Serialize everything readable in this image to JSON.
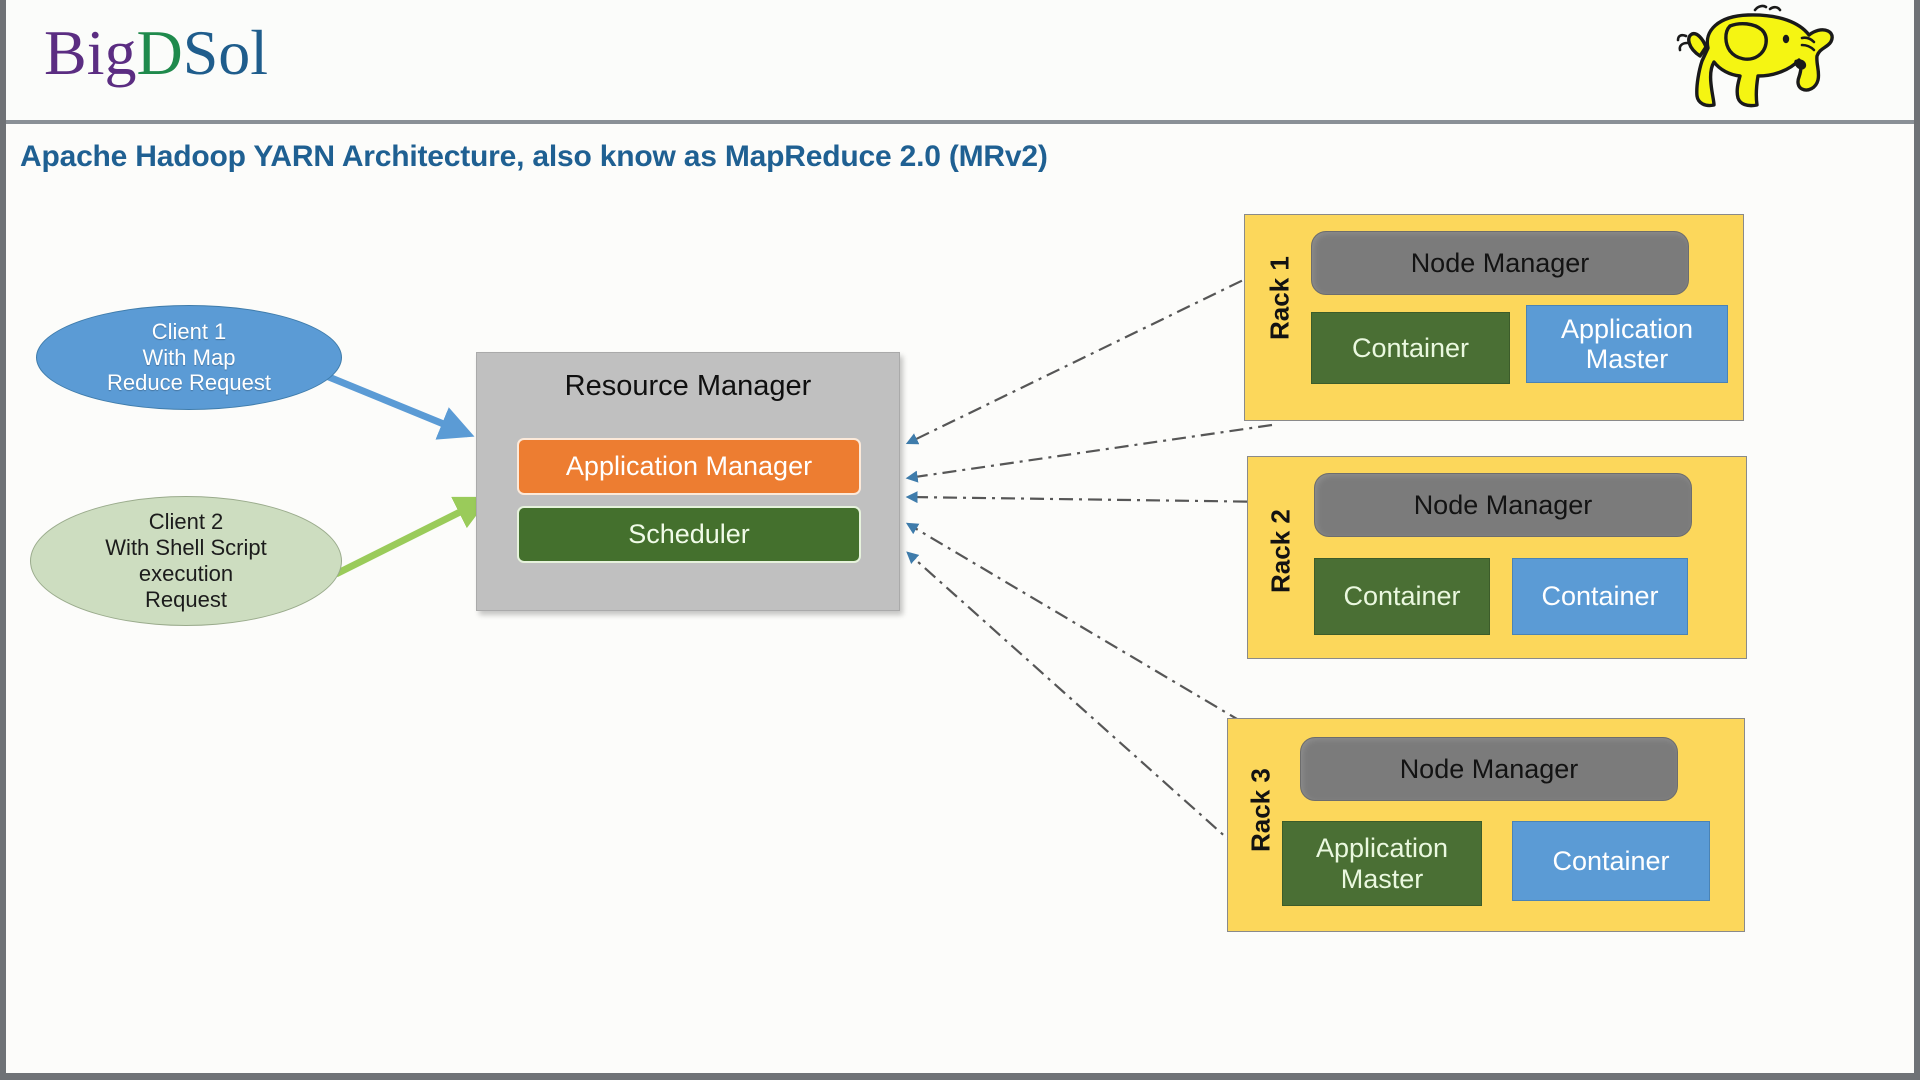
{
  "header": {
    "logo": {
      "part1": "Big",
      "part2": "D",
      "part3": "Sol",
      "color1": "#5b2d82",
      "color2": "#1f8a4c",
      "color3": "#1f5d8c"
    },
    "brand_icon": "hadoop-elephant-icon"
  },
  "title": "Apache Hadoop YARN Architecture, also know as MapReduce 2.0 (MRv2)",
  "title_color": "#1f6092",
  "clients": [
    {
      "id": "client-1",
      "lines": [
        "Client 1",
        "With Map",
        "Reduce Request"
      ],
      "fill": "#5b9bd5",
      "text_color": "#ffffff",
      "arrow_color": "#5b9bd5"
    },
    {
      "id": "client-2",
      "lines": [
        "Client 2",
        "With Shell Script",
        "execution",
        "Request"
      ],
      "fill": "#cdddc0",
      "text_color": "#1c1c1c",
      "arrow_color": "#9acb5a"
    }
  ],
  "resource_manager": {
    "title": "Resource Manager",
    "fill": "#c0c0c0",
    "application_manager": {
      "label": "Application Manager",
      "fill": "#ed7d31"
    },
    "scheduler": {
      "label": "Scheduler",
      "fill": "#44702d"
    }
  },
  "racks": [
    {
      "label": "Rack 1",
      "fill": "#fcd75b",
      "node_manager": "Node Manager",
      "cells": [
        {
          "label": "Container",
          "variant": "green"
        },
        {
          "label": "Application Master",
          "variant": "blue"
        }
      ]
    },
    {
      "label": "Rack 2",
      "fill": "#fcd75b",
      "node_manager": "Node Manager",
      "cells": [
        {
          "label": "Container",
          "variant": "green"
        },
        {
          "label": "Container",
          "variant": "blue"
        }
      ]
    },
    {
      "label": "Rack 3",
      "fill": "#fcd75b",
      "node_manager": "Node Manager",
      "cells": [
        {
          "label": "Application Master",
          "variant": "green"
        },
        {
          "label": "Container",
          "variant": "blue"
        }
      ]
    }
  ],
  "connectors": {
    "node_manager_arrow_color": "#3f7cab",
    "node_manager_line_color": "#565656",
    "style": "dash-dot"
  }
}
